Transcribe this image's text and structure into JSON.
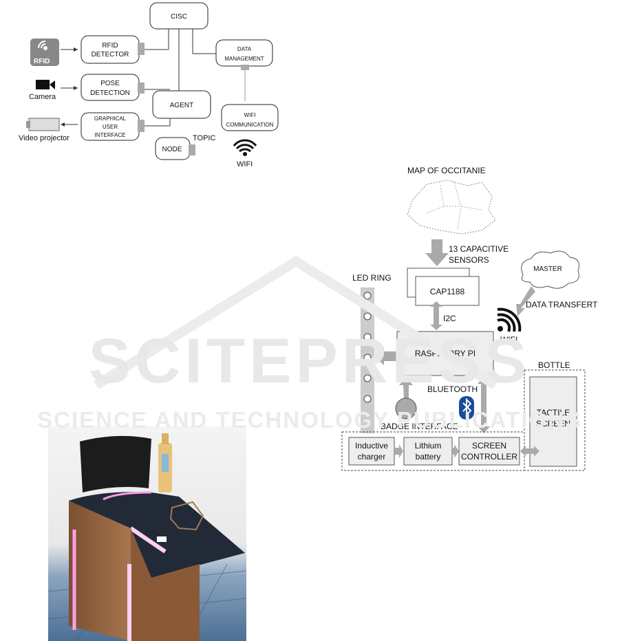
{
  "diagram_a": {
    "nodes": {
      "cisc": "CISC",
      "rfid_detector": [
        "RFID",
        "DETECTOR"
      ],
      "data_management": [
        "DATA",
        "MANAGEMENT"
      ],
      "pose_detection": [
        "POSE",
        "DETECTION"
      ],
      "agent": "AGENT",
      "gui": [
        "GRAPHICAL",
        "USER",
        "INTERFACE"
      ],
      "wifi_communication": [
        "WIFI",
        "COMMUNICATION"
      ],
      "node": "NODE"
    },
    "labels": {
      "topic": "TOPIC",
      "rfid_icon_text": "RFID",
      "camera": "Camera",
      "video_projector": "Video projector",
      "wifi": "WIFI"
    }
  },
  "diagram_b": {
    "labels": {
      "map_title": "MAP OF OCCITANIE",
      "sensors": [
        "13 CAPACITIVE",
        "SENSORS"
      ],
      "cap1188": "CAP1188",
      "master": "MASTER",
      "data_transfert": "DATA TRANSFERT",
      "led_ring": "LED RING",
      "i2c": "I2C",
      "wifi": "WIFI",
      "raspberry_pi": "RASPBERRY PI",
      "bottle": "BOTTLE",
      "bluetooth": "BLUETOOTH",
      "badge_interface": "BADGE INTERFACE",
      "tactile_screen": [
        "TACTILE",
        "SCREEN"
      ],
      "inductive_charger": [
        "Inductive",
        "charger"
      ],
      "lithium_battery": [
        "Lithium",
        "battery"
      ],
      "screen_controller": [
        "SCREEN",
        "CONTROLLER"
      ]
    }
  },
  "watermark": {
    "line1": "SCITEPRESS",
    "line2": "SCIENCE AND TECHNOLOGY PUBLICATIONS"
  }
}
